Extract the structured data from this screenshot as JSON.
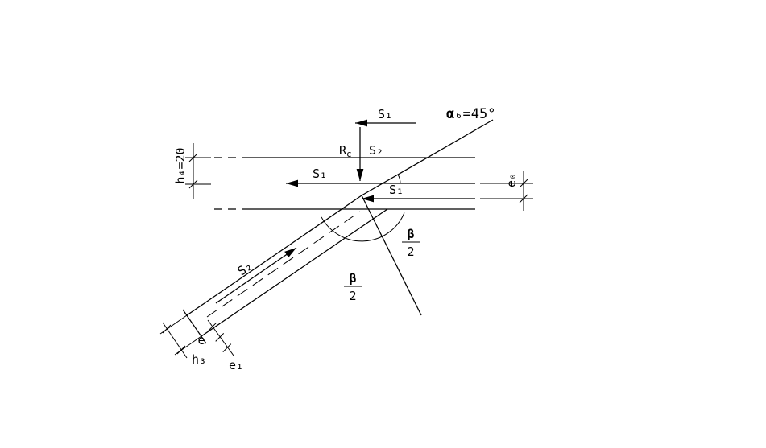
{
  "diagram": {
    "background_color": "#ffffff",
    "line_color": "#000000",
    "labels": {
      "s1_top": "S₁",
      "s1_mid": "S₁",
      "s1_bottom": "S₁",
      "s2_top": "S₂",
      "s2_member": "S₂",
      "r_main": "R",
      "r_sub": "c",
      "alpha_symbol": "α",
      "alpha_value": "₆=45°",
      "beta_right_numerator": "β",
      "beta_right_denominator": "2",
      "beta_left_numerator": "β",
      "beta_left_denominator": "2",
      "h4": "h₄=20",
      "h3": "h₃",
      "e": "e",
      "e1": "e₁",
      "e0": "e₀"
    }
  }
}
